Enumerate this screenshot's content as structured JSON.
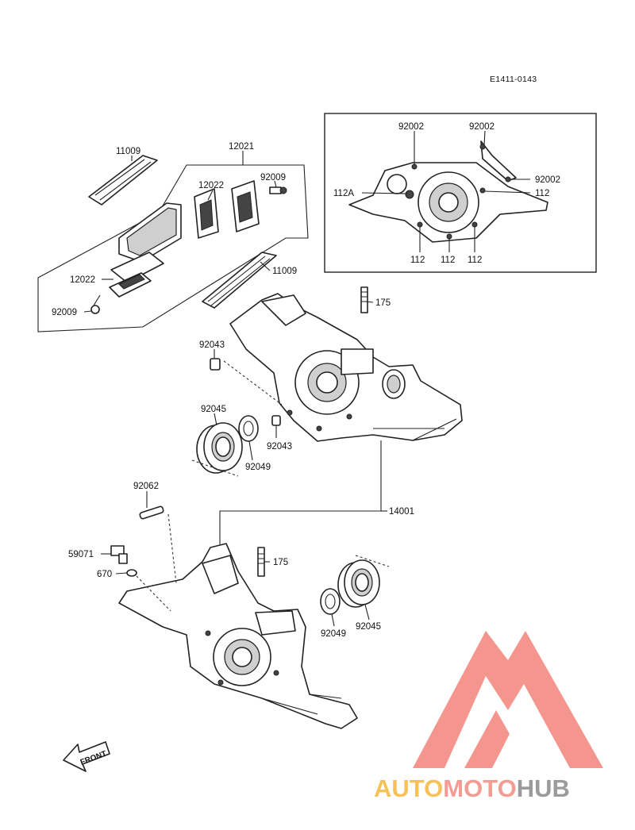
{
  "diagram_code": "E1411-0143",
  "labels": {
    "p11009_top": "11009",
    "p12021": "12021",
    "p12022_a": "12022",
    "p92009_a": "92009",
    "p12022_b": "12022",
    "p92009_b": "92009",
    "p11009_mid": "11009",
    "p92002_a": "92002",
    "p92002_b": "92002",
    "p92002_c": "92002",
    "p112A": "112A",
    "p112_r": "112",
    "p112_b1": "112",
    "p112_b2": "112",
    "p112_b3": "112",
    "p175_top": "175",
    "p92043_a": "92043",
    "p92045_a": "92045",
    "p92043_b": "92043",
    "p92049_a": "92049",
    "p92062": "92062",
    "p14001": "14001",
    "p59071": "59071",
    "p670": "670",
    "p175_bot": "175",
    "p92049_b": "92049",
    "p92045_b": "92045"
  },
  "front_arrow": "FRONT",
  "watermark": {
    "part1": "AUTO",
    "part2": "MOTO",
    "part3": "HUB",
    "color1": "#f5b73c",
    "color2": "#f28b82",
    "color3": "#8a8a8a",
    "logo_color": "#f3847a"
  }
}
